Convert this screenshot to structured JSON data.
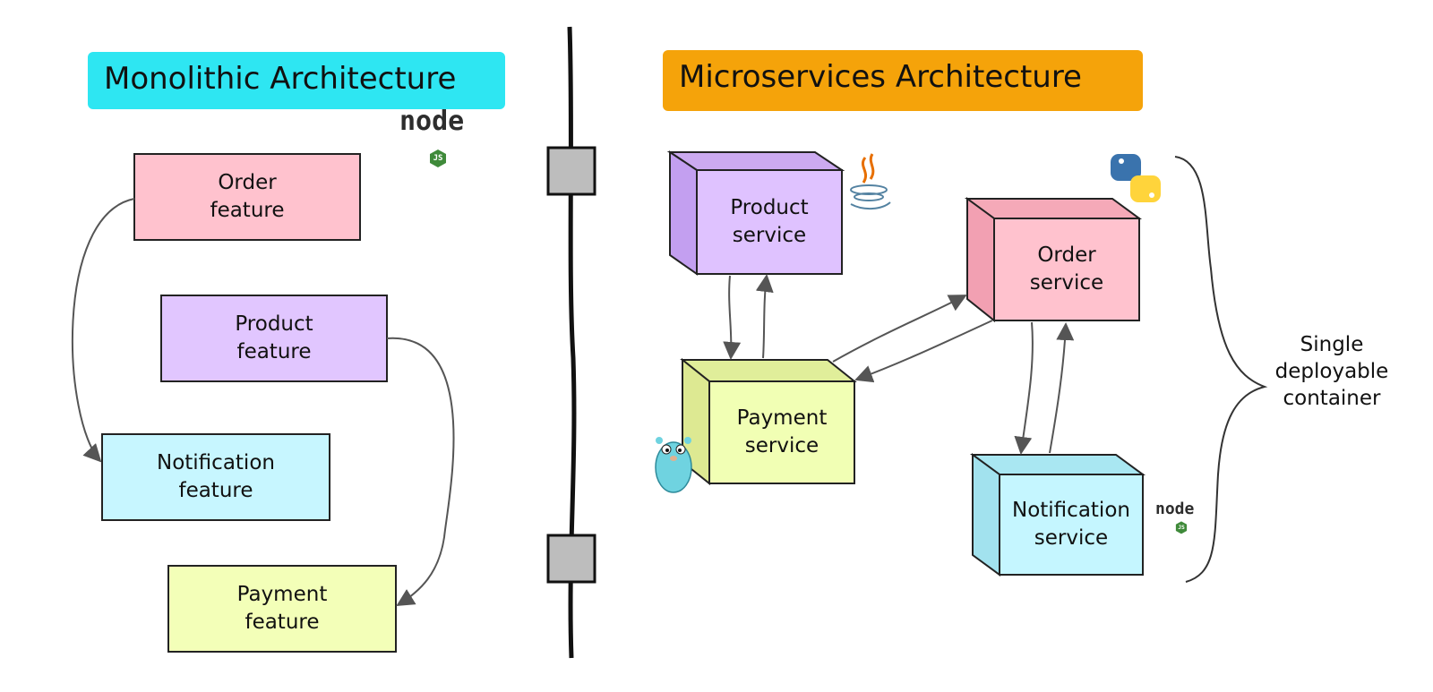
{
  "monolithic": {
    "title": "Monolithic Architecture",
    "title_bg": "#2ee6f2",
    "features": [
      {
        "line1": "Order",
        "line2": "feature",
        "color": "#ffc2ce"
      },
      {
        "line1": "Product",
        "line2": "feature",
        "color": "#e1c6ff"
      },
      {
        "line1": "Notification",
        "line2": "feature",
        "color": "#c7f6ff"
      },
      {
        "line1": "Payment",
        "line2": "feature",
        "color": "#f3ffb8"
      }
    ],
    "logo": "nodejs-logo"
  },
  "microservices": {
    "title": "Microservices Architecture",
    "title_bg": "#f5a30a",
    "services": [
      {
        "line1": "Product",
        "line2": "service",
        "color": "#dfc2ff",
        "logo": "java-logo"
      },
      {
        "line1": "Order",
        "line2": "service",
        "color": "#ffc2ce",
        "logo": "python-logo"
      },
      {
        "line1": "Payment",
        "line2": "service",
        "color": "#f1ffb4",
        "logo": "go-gopher-logo"
      },
      {
        "line1": "Notification",
        "line2": "service",
        "color": "#c5f6ff",
        "logo": "nodejs-logo"
      }
    ],
    "brace_label": [
      "Single",
      "deployable",
      "container"
    ]
  },
  "icons": {
    "node_text": "node",
    "js_text": "JS"
  }
}
